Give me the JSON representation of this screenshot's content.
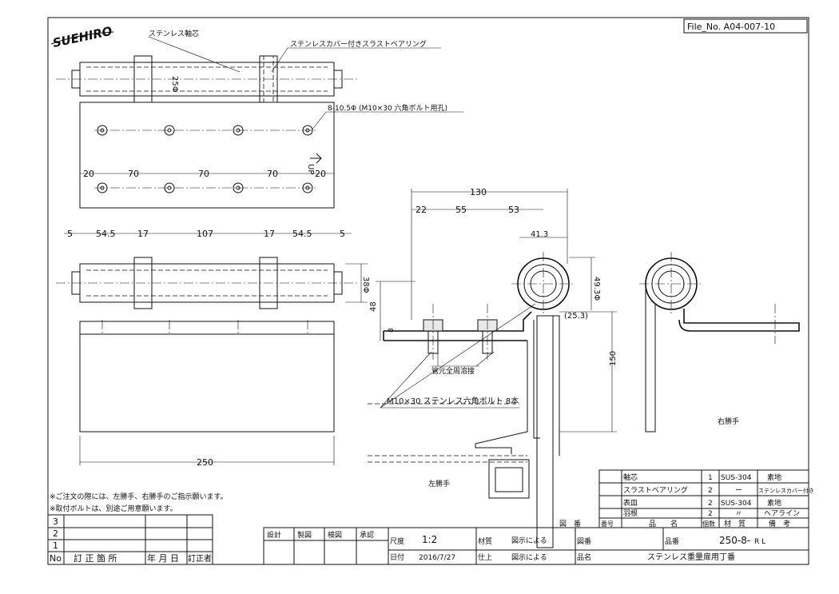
{
  "logo": "SUEHIRO",
  "file_no": "File_No. A04-007-10",
  "labels": {
    "shaft": "ステンレス軸芯",
    "thrust_bearing": "ステンレスカバー付きスラストベアリング",
    "diameter_25": "25Φ",
    "diameter_38": "38Φ",
    "holes": "8-10.5Φ (M10×30 六角ボルト用孔)",
    "up": "UP",
    "weld": "管元全周溶接",
    "bolts": "M10×30 ステンレス六角ボルト 8本",
    "right_hand": "右勝手",
    "left_hand": "左勝手"
  },
  "dims": {
    "top_spacing": [
      "20",
      "70",
      "70",
      "70",
      "20"
    ],
    "front_spacing": [
      "5",
      "54.5",
      "17",
      "107",
      "17",
      "54.5",
      "5"
    ],
    "front_width": "250",
    "side_130": "130",
    "side_22": "22",
    "side_55": "55",
    "side_53": "53",
    "side_413": "41.3",
    "side_493": "49.3Φ",
    "side_253": "(25.3)",
    "side_48": "48",
    "side_8": "8",
    "side_150": "150"
  },
  "notes": [
    "※ご注文の際には、左勝手、右勝手のご指示願います。",
    "※取付ボルトは、別途ご用意願います。"
  ],
  "revision": {
    "rows": [
      "3",
      "2",
      "1"
    ],
    "headers": [
      "No",
      "訂 正 箇 所",
      "年 月 日",
      "訂正者"
    ]
  },
  "parts": {
    "rows": [
      {
        "name": "軸芯",
        "no": "1",
        "material": "SUS-304",
        "note": "素地"
      },
      {
        "name": "スラストベアリング",
        "no": "2",
        "material": "ー",
        "note": "ステンレスカバー付き"
      },
      {
        "name": "表皿",
        "no": "2",
        "material": "SUS-304",
        "note": "素地"
      },
      {
        "name": "羽根",
        "no": "2",
        "material": "〃",
        "note": "ヘアライン"
      }
    ],
    "headers": [
      "図　番",
      "番号",
      "品　　名",
      "個数",
      "材　質",
      "備　考"
    ]
  },
  "title_block": {
    "roles": [
      "設計",
      "製図",
      "検図",
      "承認"
    ],
    "scale_label": "尺度",
    "scale": "1:2",
    "material_label": "材質",
    "material": "図示による",
    "drawing_no_label": "図番",
    "product_no_label": "品番",
    "product_no": "250-8-",
    "rl": "R L",
    "date_label": "日付",
    "date": "2016/7/27",
    "finish_label": "仕上",
    "finish": "図示による",
    "name_label": "品名",
    "name": "ステンレス重量扉用丁番"
  }
}
